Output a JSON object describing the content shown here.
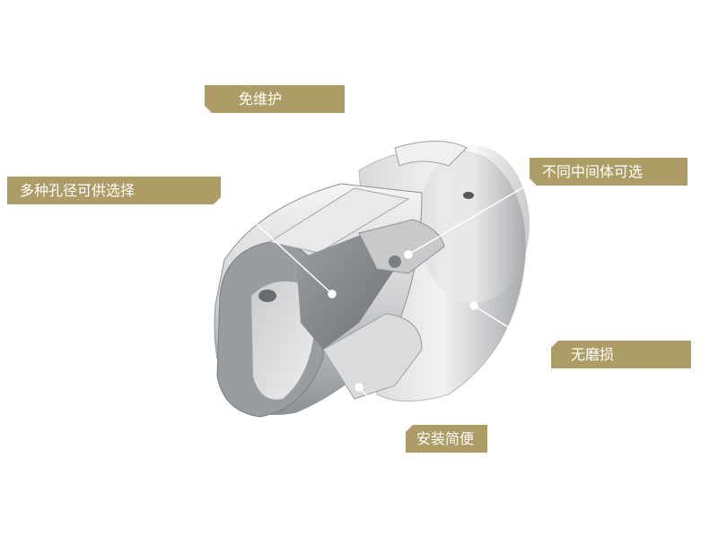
{
  "accent_color": "#ad9c66",
  "product_illustration": "cutaway-shaft-coupling",
  "callouts": {
    "maintenance_free": "免维护",
    "bore_options": "多种孔径可供选择",
    "center_options": "不同中间体可选",
    "no_wear": "无磨损",
    "easy_install": "安装简便"
  }
}
